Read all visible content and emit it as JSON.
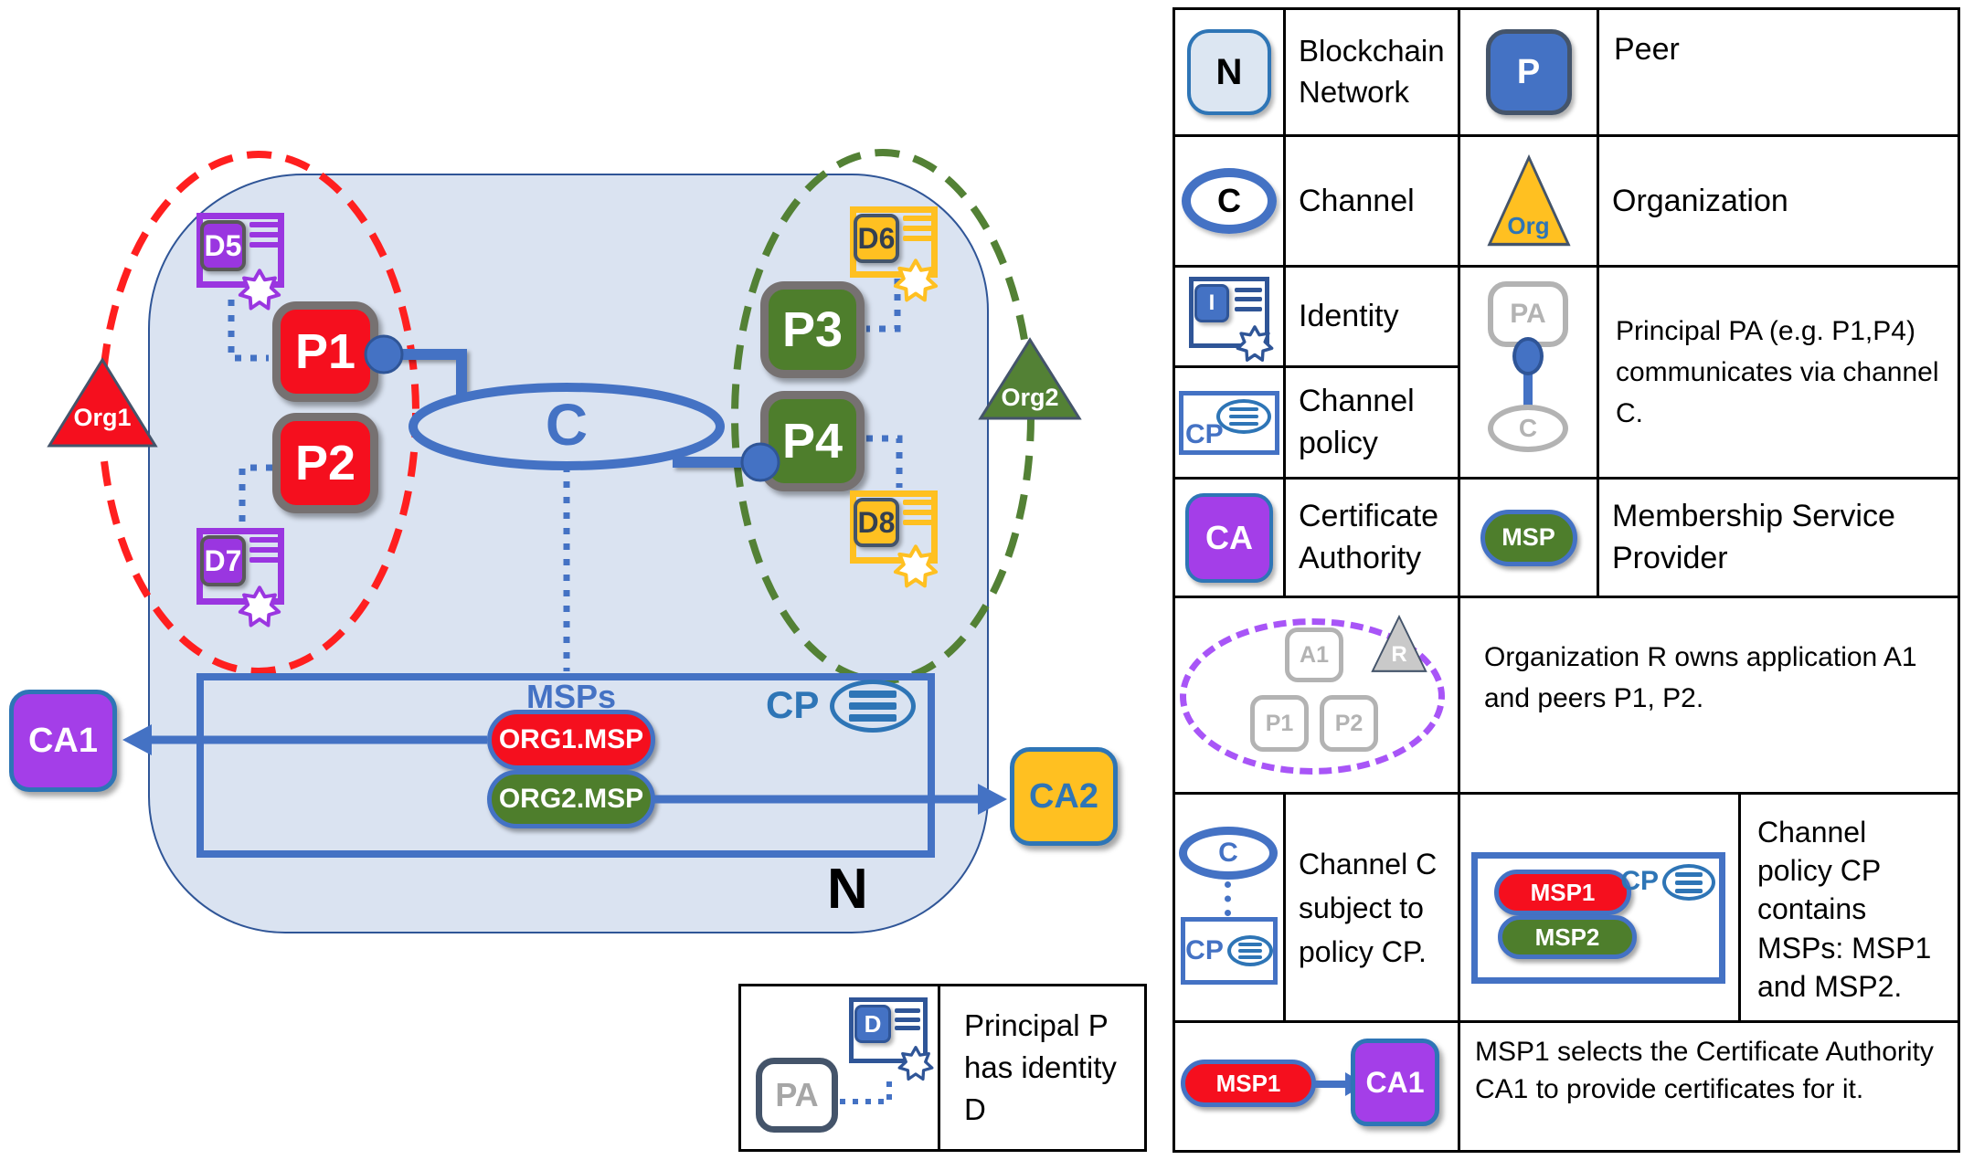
{
  "colors": {
    "blue": "#4472c4",
    "mid_blue": "#2e75b6",
    "navy": "#2f5597",
    "slate": "#44546a",
    "red": "#f50f1e",
    "dash_red": "#ff1f1f",
    "green": "#4e7e2c",
    "dash_green": "#538135",
    "purple": "#9a36e0",
    "purple_fill": "#a43ee8",
    "dash_purple": "#a855f7",
    "yellow": "#ffc021",
    "peer_border": "#767171",
    "network_fill": "#dae3f1",
    "gray_icon": "#b3b3b3",
    "ink": "#111111",
    "dark_navy_text": "#333f50"
  },
  "diagram": {
    "network_label": "N",
    "channel_label": "C",
    "msps_title": "MSPs",
    "cp_label": "CP",
    "org1": "Org1",
    "org2": "Org2",
    "p1": "P1",
    "p2": "P2",
    "p3": "P3",
    "p4": "P4",
    "d5": "D5",
    "d6": "D6",
    "d7": "D7",
    "d8": "D8",
    "org1_msp": "ORG1.MSP",
    "org2_msp": "ORG2.MSP",
    "ca1": "CA1",
    "ca2": "CA2"
  },
  "note": {
    "pa": "PA",
    "d": "D",
    "text": "Principal P has identity D"
  },
  "legend": {
    "network": {
      "icon": "N",
      "label": "Blockchain Network"
    },
    "peer": {
      "icon": "P",
      "label": "Peer"
    },
    "channel": {
      "icon": "C",
      "label": "Channel"
    },
    "organization": {
      "icon": "Org",
      "label": "Organization"
    },
    "identity": {
      "icon": "I",
      "label": "Identity"
    },
    "channel_policy": {
      "icon": "CP",
      "label": "Channel policy"
    },
    "principal": {
      "pa": "PA",
      "c": "C",
      "text": "Principal PA (e.g. P1,P4) communicates via channel C."
    },
    "ca": {
      "icon": "CA",
      "label": "Certificate Authority"
    },
    "msp": {
      "icon": "MSP",
      "label": "Membership Service Provider"
    },
    "org_r": {
      "a1": "A1",
      "r": "R",
      "p1": "P1",
      "p2": "P2",
      "text": "Organization R owns application A1 and peers P1, P2."
    },
    "channel_cp": {
      "c": "C",
      "cp": "CP",
      "text": "Channel C subject to policy CP."
    },
    "cp_msps": {
      "cp": "CP",
      "msp1": "MSP1",
      "msp2": "MSP2",
      "text": "Channel policy CP contains MSPs: MSP1 and MSP2."
    },
    "msp_ca": {
      "msp1": "MSP1",
      "ca1": "CA1",
      "text": "MSP1 selects the Certificate Authority CA1 to provide certificates for it."
    }
  }
}
